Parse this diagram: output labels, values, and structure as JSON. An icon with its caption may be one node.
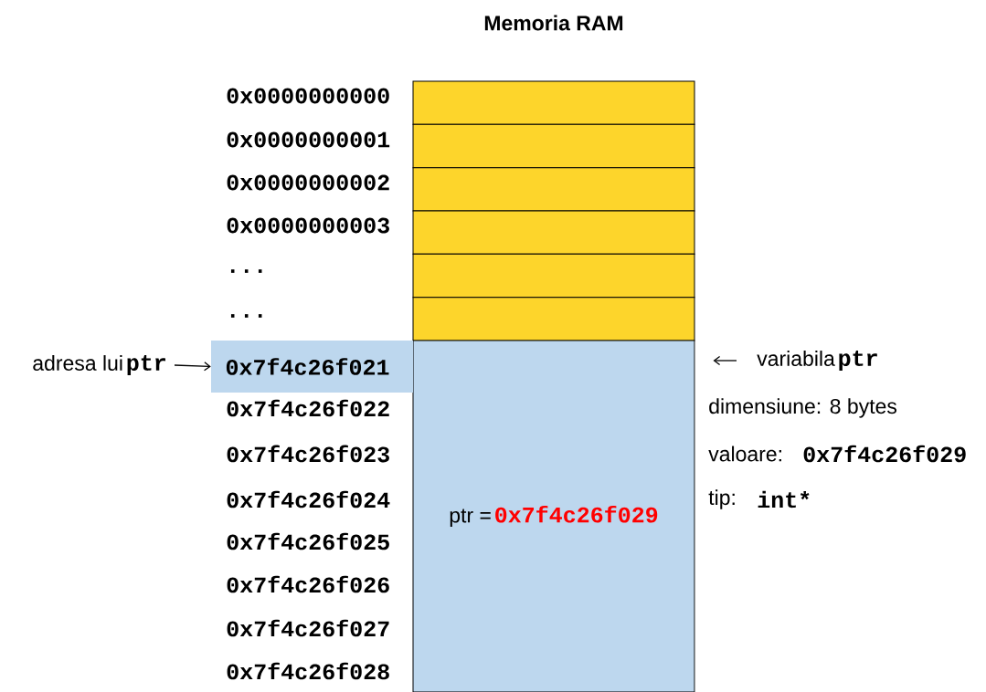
{
  "diagram": {
    "title": "Memoria RAM",
    "nodes": [
      {
        "text": [],
        "shape": "box"
      },
      {
        "text": [],
        "shape": "box"
      },
      {
        "text": [],
        "shape": "box"
      },
      {
        "text": [],
        "shape": "box"
      },
      {
        "text": [],
        "shape": "box"
      },
      {
        "text": [],
        "shape": "box"
      },
      {
        "text": [
          "ptr =",
          "0x7f4c26f029"
        ]
      },
      {
        "text": [
          "0x7f4c26f021"
        ]
      },
      {
        "text": [
          "adresa lui",
          "ptr"
        ]
      },
      {
        "text": [
          "variabila",
          "ptr"
        ]
      }
    ],
    "edges": [
      {
        "from": 8,
        "to": 7,
        "arrow": "to"
      },
      {
        "from": 9,
        "to": 6,
        "arrow": "to"
      }
    ],
    "labels": [
      "0x0000000000",
      "0x0000000001",
      "0x0000000002",
      "0x0000000003",
      "...",
      "...",
      "0x7f4c26f022",
      "0x7f4c26f023",
      "0x7f4c26f024",
      "0x7f4c26f025",
      "0x7f4c26f026",
      "0x7f4c26f027",
      "0x7f4c26f028",
      "dimensiune: 8 bytes",
      "valoare:",
      "0x7f4c26f029",
      "tip:",
      "int*"
    ]
  }
}
